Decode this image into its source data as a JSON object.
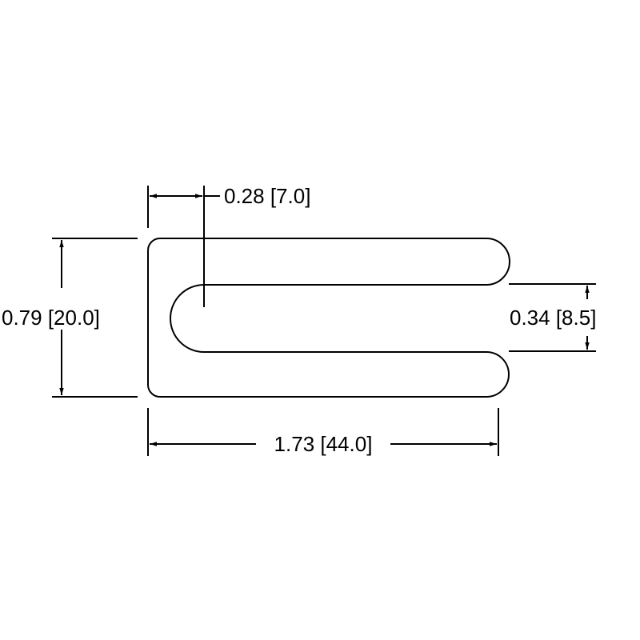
{
  "drawing": {
    "stroke_color": "#000000",
    "background_color": "#ffffff",
    "dimensions": {
      "slot_offset": {
        "text": "0.28 [7.0]"
      },
      "overall_height": {
        "text": "0.79 [20.0]"
      },
      "slot_width": {
        "text": "0.34 [8.5]"
      },
      "overall_length": {
        "text": "1.73 [44.0]"
      }
    }
  }
}
